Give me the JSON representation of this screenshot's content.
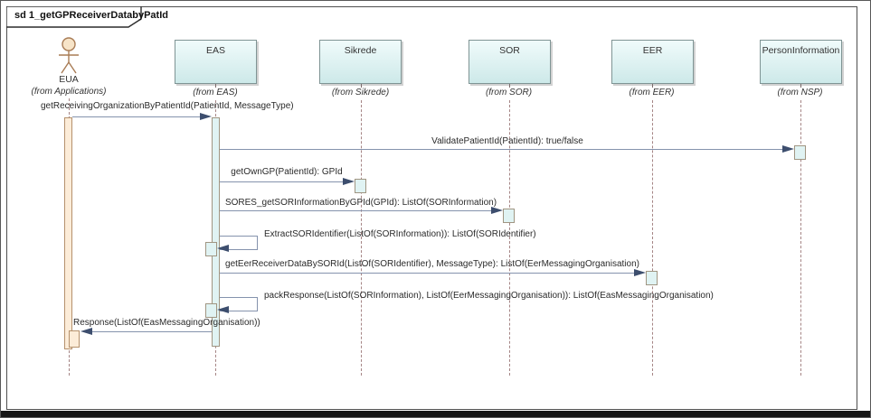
{
  "frame": {
    "title": "sd 1_getGPReceiverDatabyPatId"
  },
  "lifelines": [
    {
      "name": "EUA",
      "stereotype": "(from Applications)",
      "kind": "actor"
    },
    {
      "name": "EAS",
      "stereotype": "(from EAS)",
      "kind": "object"
    },
    {
      "name": "Sikrede",
      "stereotype": "(from Sikrede)",
      "kind": "object"
    },
    {
      "name": "SOR",
      "stereotype": "(from SOR)",
      "kind": "object"
    },
    {
      "name": "EER",
      "stereotype": "(from EER)",
      "kind": "object"
    },
    {
      "name": "PersonInformation",
      "stereotype": "(from NSP)",
      "kind": "object"
    }
  ],
  "messages": [
    {
      "from": "EUA",
      "to": "EAS",
      "label": "getReceivingOrganizationByPatientId(PatientId, MessageType)"
    },
    {
      "from": "EAS",
      "to": "PersonInformation",
      "label": "ValidatePatientId(PatientId): true/false"
    },
    {
      "from": "EAS",
      "to": "Sikrede",
      "label": "getOwnGP(PatientId): GPId"
    },
    {
      "from": "EAS",
      "to": "SOR",
      "label": "SORES_getSORInformationByGPId(GPId): ListOf(SORInformation)"
    },
    {
      "from": "EAS",
      "to": "EAS",
      "label": "ExtractSORIdentifier(ListOf(SORInformation)): ListOf(SORIdentifier)"
    },
    {
      "from": "EAS",
      "to": "EER",
      "label": "getEerReceiverDataBySORId(ListOf(SORIdentifier), MessageType): ListOf(EerMessagingOrganisation)"
    },
    {
      "from": "EAS",
      "to": "EAS",
      "label": "packResponse(ListOf(SORInformation), ListOf(EerMessagingOrganisation)): ListOf(EasMessagingOrganisation)"
    },
    {
      "from": "EAS",
      "to": "EUA",
      "label": "Response(ListOf(EasMessagingOrganisation))"
    }
  ],
  "colors": {
    "box_fill_top": "#f0fbfb",
    "box_fill_bottom": "#cde9e9",
    "box_border": "#7f9494",
    "lifeline_dash": "#a58585",
    "activation_cyan": "#e0f3f3",
    "activation_tan": "#fcecd8",
    "activation_tan_border": "#b5916d",
    "arrow_line": "#8593ad",
    "arrow_head": "#3d4e6e",
    "frame_border": "#4f4f4f"
  }
}
